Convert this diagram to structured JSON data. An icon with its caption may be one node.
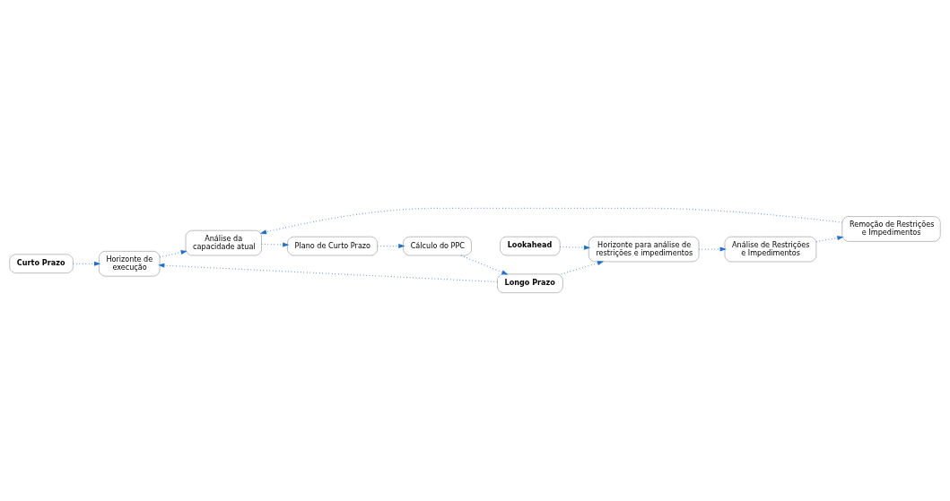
{
  "diagram": {
    "nodes": [
      {
        "text": [
          "Curto Prazo"
        ]
      },
      {
        "text": [
          "Horizonte de execução"
        ]
      },
      {
        "text": [
          "Cálculo do PPC"
        ]
      },
      {
        "text": [
          "Longo Prazo"
        ]
      },
      {
        "text": [
          "Análise da capacidade atual"
        ]
      },
      {
        "text": [
          "Plano de Curto Prazo"
        ]
      },
      {
        "text": [
          "Lookahead"
        ]
      },
      {
        "text": [
          "Horizonte para análise de restrições e impedimentos"
        ]
      },
      {
        "text": [
          "Remoção de Restrições e Impedimentos"
        ]
      },
      {
        "text": [
          "Análise de Restrições e Impedimentos"
        ]
      }
    ],
    "edges": [
      {
        "from": 0,
        "to": 1,
        "arrow": "to"
      },
      {
        "from": 3,
        "to": 1,
        "arrow": "to"
      },
      {
        "from": 2,
        "to": 3,
        "arrow": "to"
      },
      {
        "from": 1,
        "to": 4,
        "arrow": "to"
      },
      {
        "from": 4,
        "to": 5,
        "arrow": "to"
      },
      {
        "from": 5,
        "to": 2,
        "arrow": "to"
      },
      {
        "from": 3,
        "to": 7,
        "arrow": "to"
      },
      {
        "from": 6,
        "to": 7,
        "arrow": "to"
      },
      {
        "from": 7,
        "to": 9,
        "arrow": "to"
      },
      {
        "from": 9,
        "to": 8,
        "arrow": "to"
      },
      {
        "from": 8,
        "to": 4,
        "arrow": "to"
      }
    ]
  }
}
